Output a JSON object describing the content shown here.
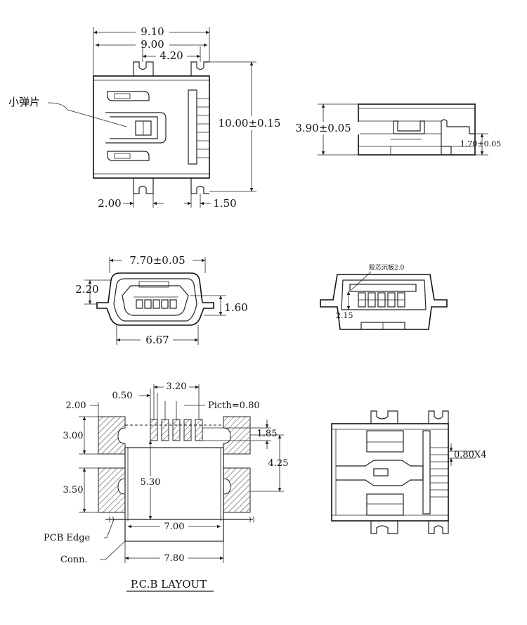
{
  "top_view": {
    "dim_total_width": "9.10",
    "dim_body_width": "9.00",
    "dim_tab_pitch": "4.20",
    "dim_height": "10.00±0.15",
    "dim_left_tab": "2.00",
    "dim_right_tab": "1.50",
    "label_spring": "小弹片"
  },
  "side_view": {
    "dim_height": "3.90±0.05",
    "dim_offset": "1.70±0.05"
  },
  "front_view": {
    "dim_width": "7.70±0.05",
    "dim_height": "2.20",
    "dim_opening_height": "1.60",
    "dim_base_width": "6.67"
  },
  "section_view": {
    "label_core": "胶芯沉板2.0",
    "dim_depth": "2.15"
  },
  "pcb_layout": {
    "dim_pin_width": "0.50",
    "dim_pin_span": "3.20",
    "label_pitch": "Picth=0.80",
    "dim_pad_width": "2.00",
    "dim_pad_top": "3.00",
    "dim_pad_bottom": "3.50",
    "dim_pin_length": "1.85",
    "dim_pad_spacing": "4.25",
    "dim_inner_height": "5.30",
    "dim_inner_width": "7.00",
    "dim_outer_width": "7.80",
    "label_pcb_edge": "PCB Edge",
    "label_conn": "Conn.",
    "title": "P.C.B LAYOUT"
  },
  "bottom_view": {
    "dim_pitch": "0.80X4"
  }
}
